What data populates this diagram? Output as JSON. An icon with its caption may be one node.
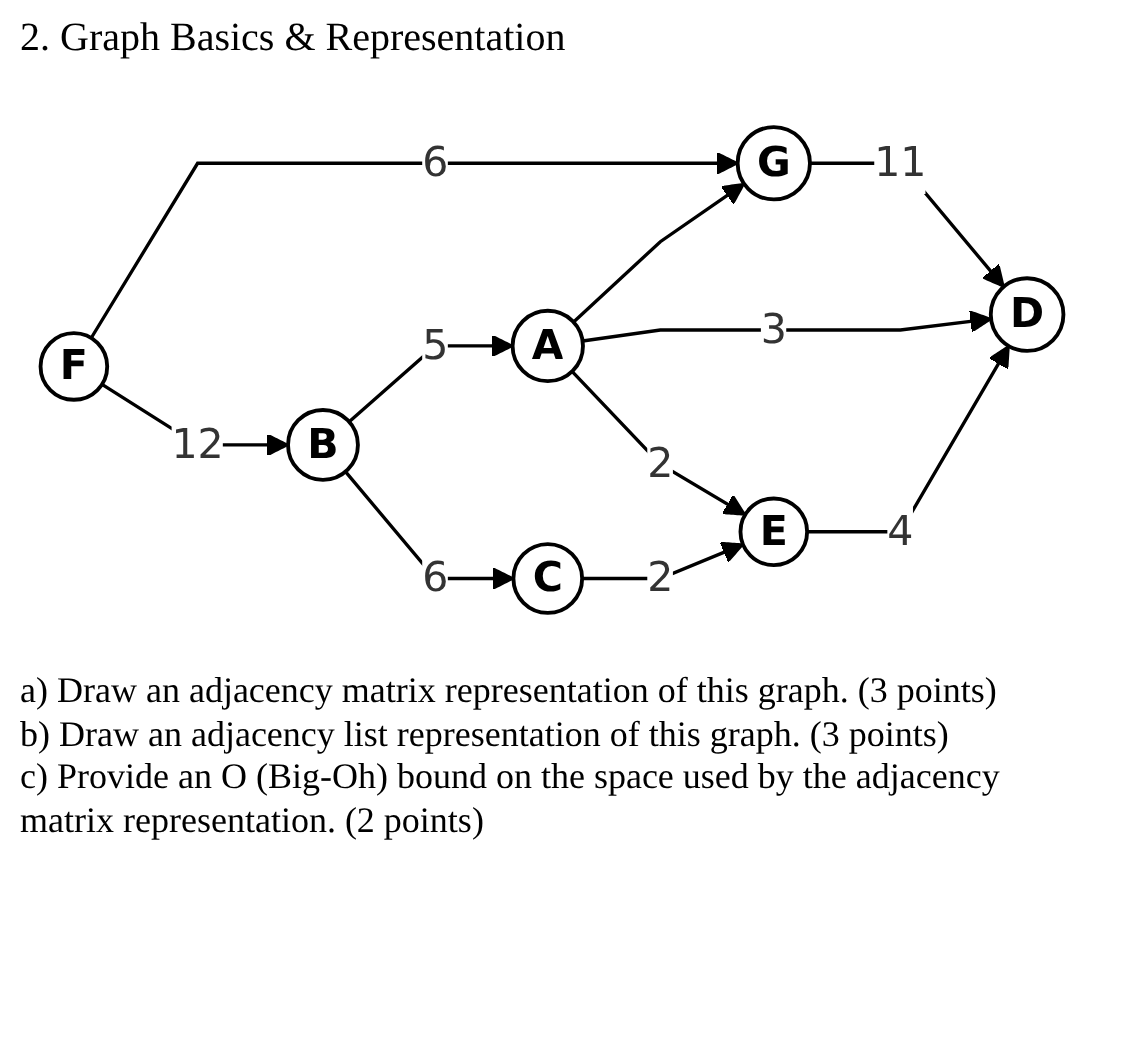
{
  "diagram": {
    "title": "2. Graph Basics & Representation",
    "nodes": [
      {
        "text": [
          "F"
        ]
      },
      {
        "text": [
          "G"
        ]
      },
      {
        "text": [
          "B"
        ]
      },
      {
        "text": [
          "A"
        ]
      },
      {
        "text": [
          "D"
        ]
      },
      {
        "text": [
          "C"
        ]
      },
      {
        "text": [
          "E"
        ]
      }
    ],
    "edges": [
      {
        "from": 0,
        "to": 1,
        "arrow": "to",
        "label": "6"
      },
      {
        "from": 0,
        "to": 2,
        "arrow": "to",
        "label": "12"
      },
      {
        "from": 2,
        "to": 3,
        "arrow": "to",
        "label": "5"
      },
      {
        "from": 2,
        "to": 5,
        "arrow": "to",
        "label": "6"
      },
      {
        "from": 3,
        "to": 1,
        "arrow": "to"
      },
      {
        "from": 3,
        "to": 4,
        "arrow": "to",
        "label": "3"
      },
      {
        "from": 3,
        "to": 6,
        "arrow": "to",
        "label": "2"
      },
      {
        "from": 5,
        "to": 6,
        "arrow": "to",
        "label": "2"
      },
      {
        "from": 1,
        "to": 4,
        "arrow": "to",
        "label": "11"
      },
      {
        "from": 6,
        "to": 4,
        "arrow": "to",
        "label": "4"
      }
    ],
    "labels": [
      "a) Draw an adjacency matrix representation of this graph. (3 points)",
      "b) Draw an adjacency list representation of this graph. (3 points)",
      "c) Provide an O (Big-Oh) bound on the space used by the adjacency matrix representation. (2 points)"
    ]
  }
}
